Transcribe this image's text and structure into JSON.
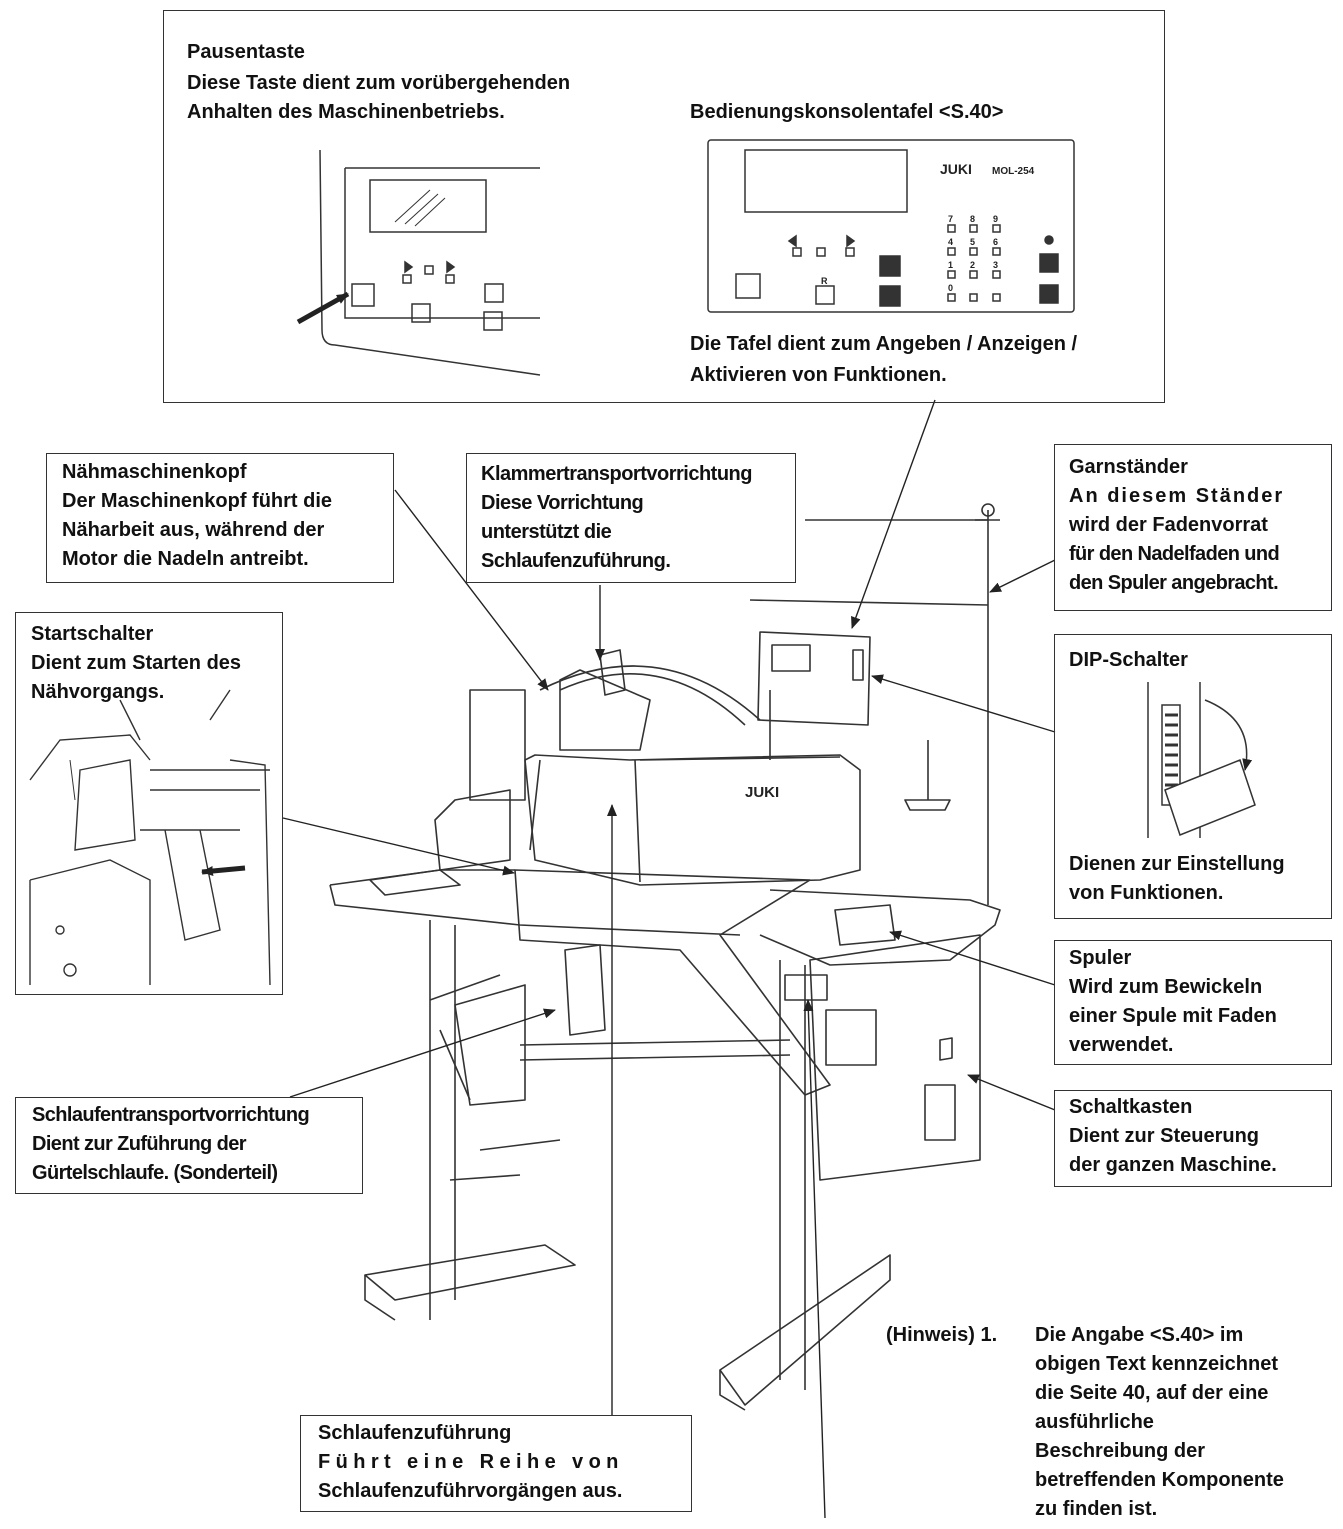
{
  "panel_box": {
    "pause_title": "Pausentaste",
    "pause_desc_1": "Diese Taste dient zum vorübergehenden",
    "pause_desc_2": "Anhalten des Maschinenbetriebs.",
    "console_title": "Bedienungskonsolentafel <S.40>",
    "console_brand": "JUKI",
    "console_model": "MOL-254",
    "console_desc_1": "Die Tafel dient zum Angeben / Anzeigen /",
    "console_desc_2": "Aktivieren von Funktionen.",
    "keypad": [
      "7",
      "8",
      "9",
      "4",
      "5",
      "6",
      "1",
      "2",
      "3",
      "0"
    ],
    "key_r": "R"
  },
  "labels": {
    "head": {
      "title": "Nähmaschinenkopf",
      "lines": [
        "Der Maschinenkopf führt die",
        "Näharbeit aus, während der",
        "Motor die Nadeln antreibt."
      ]
    },
    "clamp": {
      "title": "Klammertransportvorrichtung",
      "lines": [
        "Diese Vorrichtung",
        "unterstützt die",
        "Schlaufenzuführung."
      ]
    },
    "thread_stand": {
      "title": "Garnständer",
      "lines": [
        "An diesem Ständer",
        "wird der Fadenvorrat",
        "für den Nadelfaden und",
        "den Spuler angebracht."
      ]
    },
    "start": {
      "title": "Startschalter",
      "lines": [
        "Dient zum Starten des",
        "Nähvorgangs."
      ]
    },
    "dip": {
      "title": "DIP-Schalter",
      "lines": [
        "Dienen zur Einstellung",
        "von Funktionen."
      ]
    },
    "winder": {
      "title": "Spuler",
      "lines": [
        "Wird zum Bewickeln",
        "einer Spule mit Faden",
        "verwendet."
      ]
    },
    "loop_transport": {
      "title": "Schlaufentransportvorrichtung",
      "lines": [
        "Dient zur Zuführung der",
        "Gürtelschlaufe. (Sonderteil)"
      ]
    },
    "control_box": {
      "title": "Schaltkasten",
      "lines": [
        "Dient zur Steuerung",
        "der ganzen Maschine."
      ]
    },
    "loop_feeder": {
      "title": "Schlaufenzuführung",
      "lines": [
        "Führt eine Reihe von",
        "Schlaufenzuführvorgängen aus."
      ]
    }
  },
  "machine_brand": "JUKI",
  "note": {
    "prefix": "(Hinweis) 1.",
    "lines": [
      "Die Angabe <S.40> im",
      "obigen Text kennzeichnet",
      "die Seite 40, auf der eine",
      "ausführliche",
      "Beschreibung der",
      "betreffenden Komponente",
      "zu finden ist."
    ]
  }
}
